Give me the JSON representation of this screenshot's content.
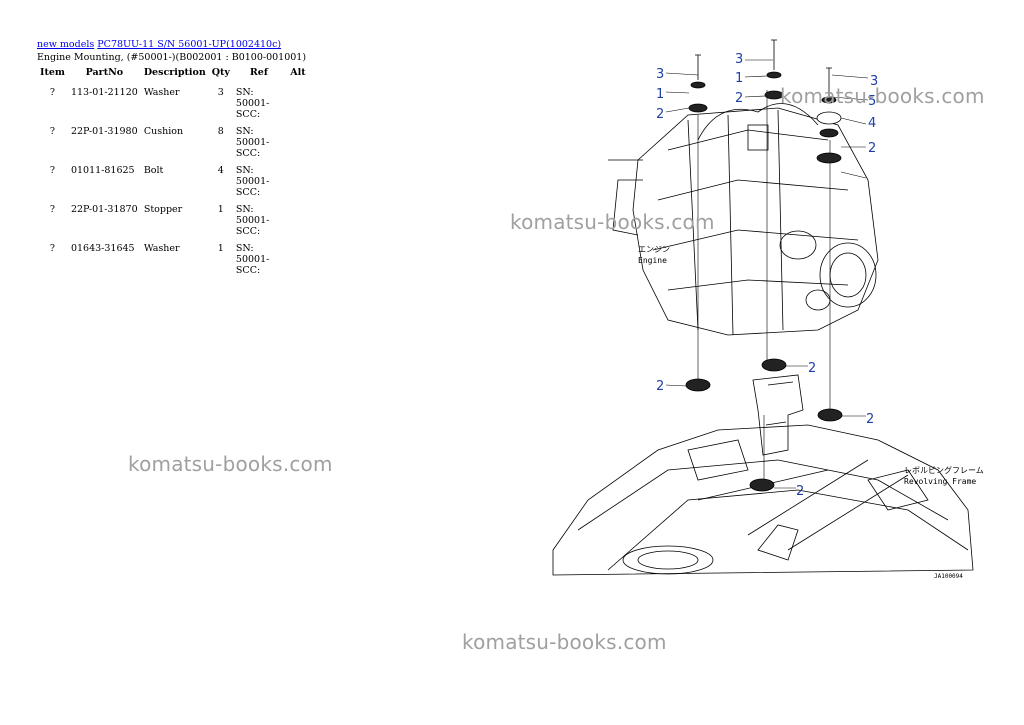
{
  "header": {
    "link_new_models": "new models",
    "link_model": "PC78UU-11 S/N 56001-UP(1002410c)",
    "subtitle": "Engine Mounting, (#50001-)(B002001 : B0100-001001)"
  },
  "table": {
    "columns": [
      "Item",
      "PartNo",
      "Description",
      "Qty",
      "Ref",
      "Alt"
    ],
    "rows": [
      {
        "item": "?",
        "part_no": "113-01-21120",
        "description": "Washer",
        "qty": "3",
        "ref": "SN: 50001-SCC:",
        "alt": ""
      },
      {
        "item": "?",
        "part_no": "22P-01-31980",
        "description": "Cushion",
        "qty": "8",
        "ref": "SN: 50001-SCC:",
        "alt": ""
      },
      {
        "item": "?",
        "part_no": "01011-81625",
        "description": "Bolt",
        "qty": "4",
        "ref": "SN: 50001-SCC:",
        "alt": ""
      },
      {
        "item": "?",
        "part_no": "22P-01-31870",
        "description": "Stopper",
        "qty": "1",
        "ref": "SN: 50001-SCC:",
        "alt": ""
      },
      {
        "item": "?",
        "part_no": "01643-31645",
        "description": "Washer",
        "qty": "1",
        "ref": "SN: 50001-SCC:",
        "alt": ""
      }
    ]
  },
  "watermarks": {
    "top_right": "komatsu-books.com",
    "mid": "komatsu-books.com",
    "left": "komatsu-books.com",
    "bottom": "komatsu-books.com"
  },
  "diagram": {
    "engine_label_jp": "エンジン",
    "engine_label_en": "Engine",
    "frame_label_jp": "レボルビングフレーム",
    "frame_label_en": "Revolving Frame",
    "figure_code": "JA100094",
    "callouts": [
      "3",
      "1",
      "2",
      "3",
      "1",
      "2",
      "3",
      "5",
      "4",
      "2",
      "2",
      "2",
      "2",
      "2"
    ],
    "callout_color": "#1f3fa8"
  }
}
